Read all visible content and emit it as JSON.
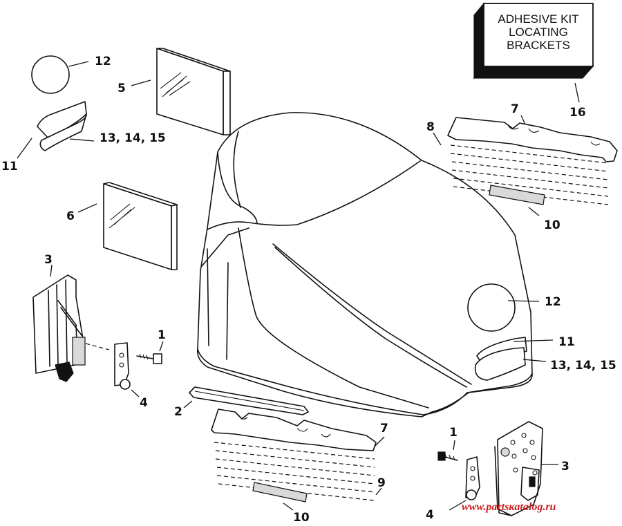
{
  "kit_box": {
    "lines": [
      "ADHESIVE KIT",
      "LOCATING",
      "BRACKETS"
    ]
  },
  "callouts": {
    "c1a": "1",
    "c1b": "1",
    "c2": "2",
    "c3a": "3",
    "c3b": "3",
    "c4a": "4",
    "c4b": "4",
    "c5": "5",
    "c6": "6",
    "c7a": "7",
    "c7b": "7",
    "c8": "8",
    "c9": "9",
    "c10a": "10",
    "c10b": "10",
    "c11a": "11",
    "c11b": "11",
    "c12a": "12",
    "c12b": "12",
    "c13a": "13, 14, 15",
    "c13b": "13, 14, 15",
    "c16": "16"
  },
  "watermark": "www.partsкatalog.ru",
  "colors": {
    "line": "#111111",
    "watermark": "#cc1f1f"
  }
}
